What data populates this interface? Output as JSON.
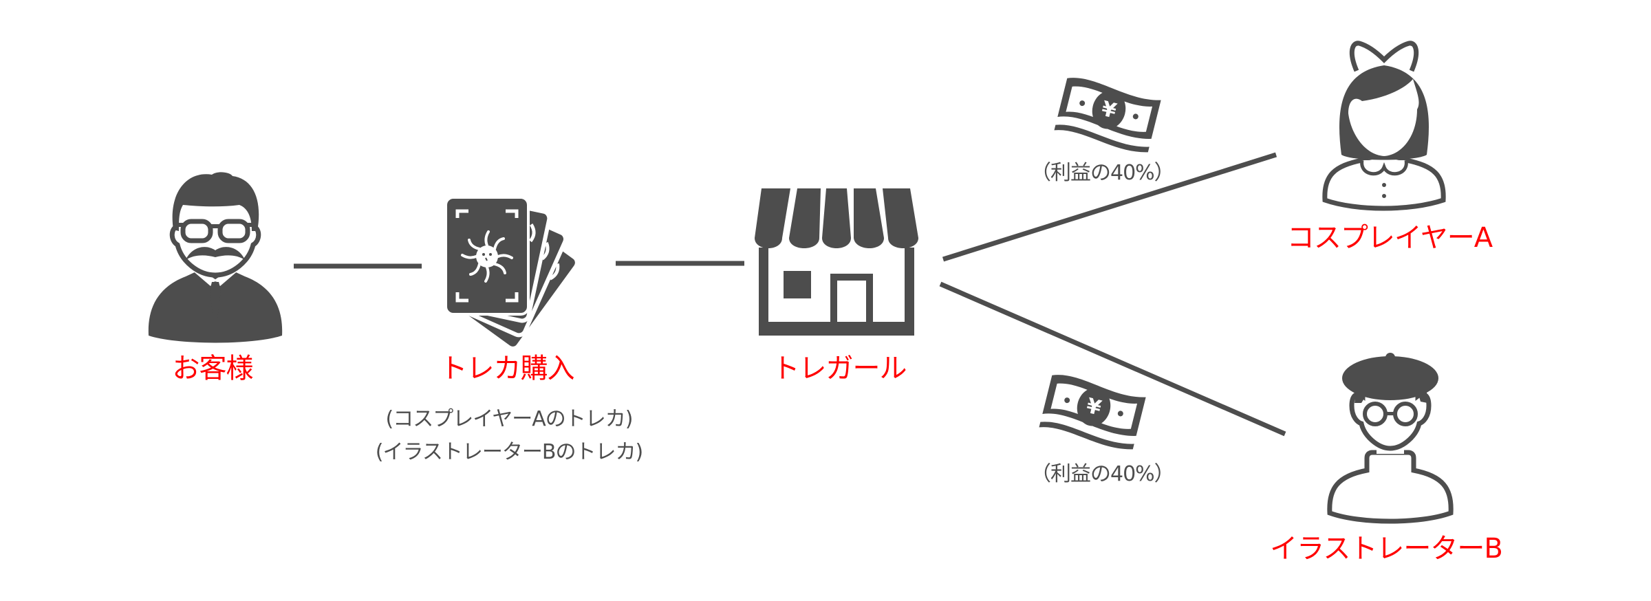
{
  "diagram": {
    "title": "トレカ購入の利益分配フロー",
    "colors": {
      "label": "#ff0000",
      "icon": "#4d4d4d",
      "note": "#4d4d4d",
      "line": "#4d4d4d",
      "background": "#ffffff"
    },
    "nodes": {
      "customer": {
        "label": "お客様",
        "icon": "man-with-glasses-mustache-icon"
      },
      "cards": {
        "label": "トレカ購入",
        "icon": "trading-cards-icon",
        "notes": [
          "(コスプレイヤーAのトレカ)",
          "(イラストレーターBのトレカ)"
        ]
      },
      "store": {
        "label": "トレガール",
        "icon": "storefront-icon"
      },
      "cosplayer": {
        "label": "コスプレイヤーA",
        "icon": "woman-with-cat-ears-icon"
      },
      "illustrator": {
        "label": "イラストレーターB",
        "icon": "man-with-beret-glasses-icon"
      }
    },
    "edges": [
      {
        "from": "customer",
        "to": "cards"
      },
      {
        "from": "cards",
        "to": "store"
      },
      {
        "from": "store",
        "to": "cosplayer",
        "payment_icon": "yen-banknote-icon",
        "payment_label": "（利益の40%）",
        "share_percent": 40
      },
      {
        "from": "store",
        "to": "illustrator",
        "payment_icon": "yen-banknote-icon",
        "payment_label": "（利益の40%）",
        "share_percent": 40
      }
    ]
  }
}
